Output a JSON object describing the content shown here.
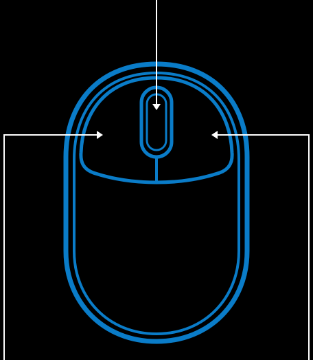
{
  "diagram": {
    "subject": "mouse-icon",
    "callouts": [
      {
        "name": "scroll-wheel-callout"
      },
      {
        "name": "left-button-callout"
      },
      {
        "name": "right-button-callout"
      }
    ]
  },
  "colors": {
    "background": "#000000",
    "mouse_outline": "#0a7cc8",
    "callout_line": "#ffffff"
  }
}
